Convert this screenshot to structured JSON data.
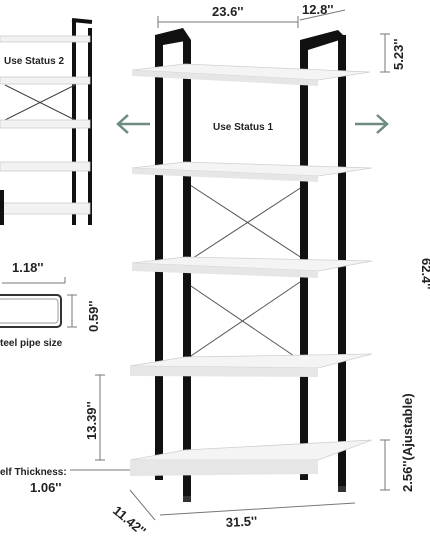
{
  "labels": {
    "top_width": "23.6''",
    "top_depth": "12.8''",
    "top_gap": "5.23''",
    "status2": "Use Status 2",
    "status1": "Use Status 1",
    "pipe_width": "1.18''",
    "pipe_height": "0.59''",
    "pipe_caption": "teel pipe size",
    "height_total": "62.4''",
    "gap_mid": "13.39''",
    "gap_bottom": "2.56''(Ajustable)",
    "shelf_thickness_caption": "elf Thickness:",
    "shelf_thickness": "1.06''",
    "bottom_depth": "11.42''",
    "bottom_width": "31.5''"
  },
  "colors": {
    "frame": "#111111",
    "shelf": "#f4f4f4",
    "shelf_edge": "#cfcfcf",
    "arrow": "#6e8c7f",
    "dimension_line": "#777777"
  }
}
